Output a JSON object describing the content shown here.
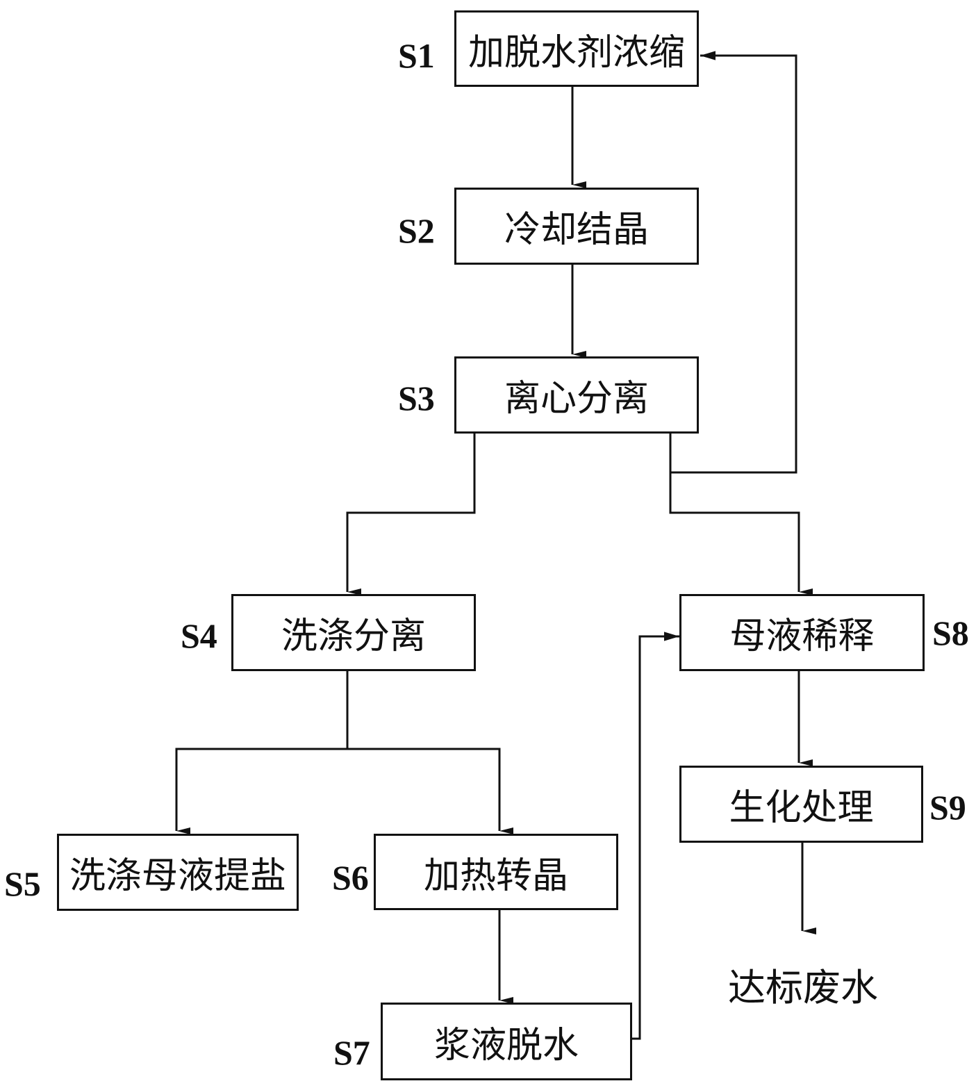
{
  "steps": {
    "s1": {
      "id": "S1",
      "label": "加脱水剂浓缩"
    },
    "s2": {
      "id": "S2",
      "label": "冷却结晶"
    },
    "s3": {
      "id": "S3",
      "label": "离心分离"
    },
    "s4": {
      "id": "S4",
      "label": "洗涤分离"
    },
    "s5": {
      "id": "S5",
      "label": "洗涤母液提盐"
    },
    "s6": {
      "id": "S6",
      "label": "加热转晶"
    },
    "s7": {
      "id": "S7",
      "label": "浆液脱水"
    },
    "s8": {
      "id": "S8",
      "label": "母液稀释"
    },
    "s9": {
      "id": "S9",
      "label": "生化处理"
    }
  },
  "output": {
    "label": "达标废水"
  }
}
